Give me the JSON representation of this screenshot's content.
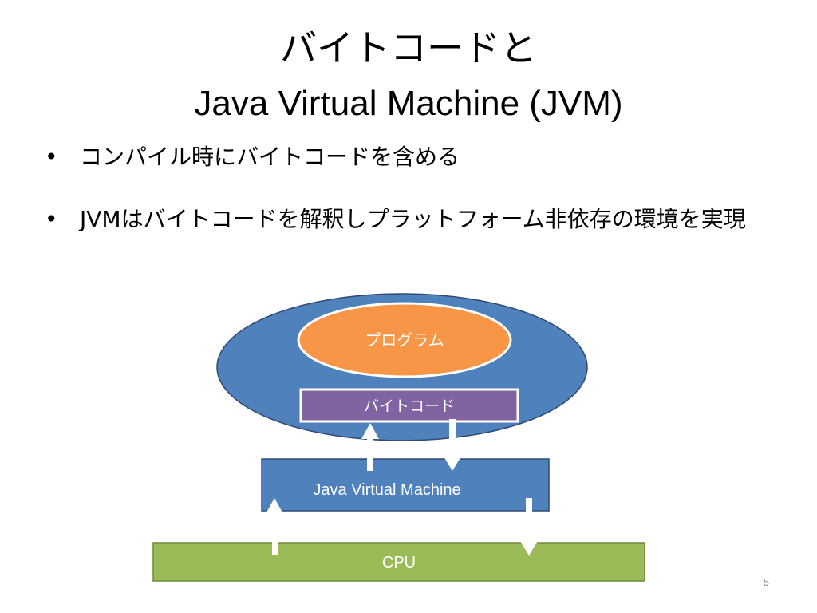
{
  "slide": {
    "title_line1": "バイトコードと",
    "title_line2": "Java Virtual Machine (JVM)",
    "bullets": [
      "コンパイル時にバイトコードを含める",
      "JVMはバイトコードを解釈しプラットフォーム非依存の環境を実現"
    ],
    "bullet_marker": "•",
    "slide_number": "5"
  },
  "diagram": {
    "program_label": "プログラム",
    "bytecode_label": "バイトコード",
    "jvm_label": "Java Virtual Machine",
    "cpu_label": "CPU",
    "colors": {
      "outer_ellipse": "#4f81bd",
      "outer_ellipse_stroke": "#2e4a72",
      "program": "#f79646",
      "bytecode": "#8064a2",
      "jvm": "#4f81bd",
      "cpu": "#9bbb59",
      "arrow": "#ffffff",
      "text": "#ffffff"
    }
  }
}
